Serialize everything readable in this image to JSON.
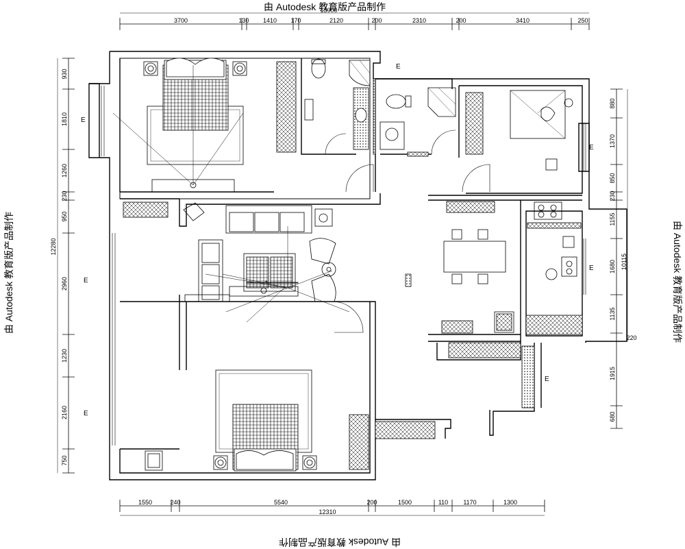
{
  "watermark": {
    "top": "由 Autodesk 教育版产品制作",
    "bottom": "由 Autodesk 教育版产品制作",
    "left": "由 Autodesk 教育版产品制作",
    "right": "由 Autodesk 教育版产品制作"
  },
  "dimensions": {
    "top_total": "13900",
    "top": [
      "3700",
      "130",
      "1410",
      "170",
      "2120",
      "200",
      "2310",
      "200",
      "3410",
      "250"
    ],
    "bottom_total": "12310",
    "bottom": [
      "1550",
      "240",
      "5540",
      "200",
      "1500",
      "110",
      "1170",
      "1300"
    ],
    "left_total": "12280",
    "left": [
      "930",
      "1810",
      "1260",
      "230",
      "950",
      "2960",
      "1230",
      "2160",
      "750"
    ],
    "right_total": "10115",
    "right": [
      "880",
      "1370",
      "850",
      "230",
      "1155",
      "1680",
      "1135",
      "220",
      "1915",
      "680"
    ]
  },
  "elevation_marks": {
    "label": "E"
  },
  "colors": {
    "line": "#000000",
    "background": "#ffffff"
  }
}
